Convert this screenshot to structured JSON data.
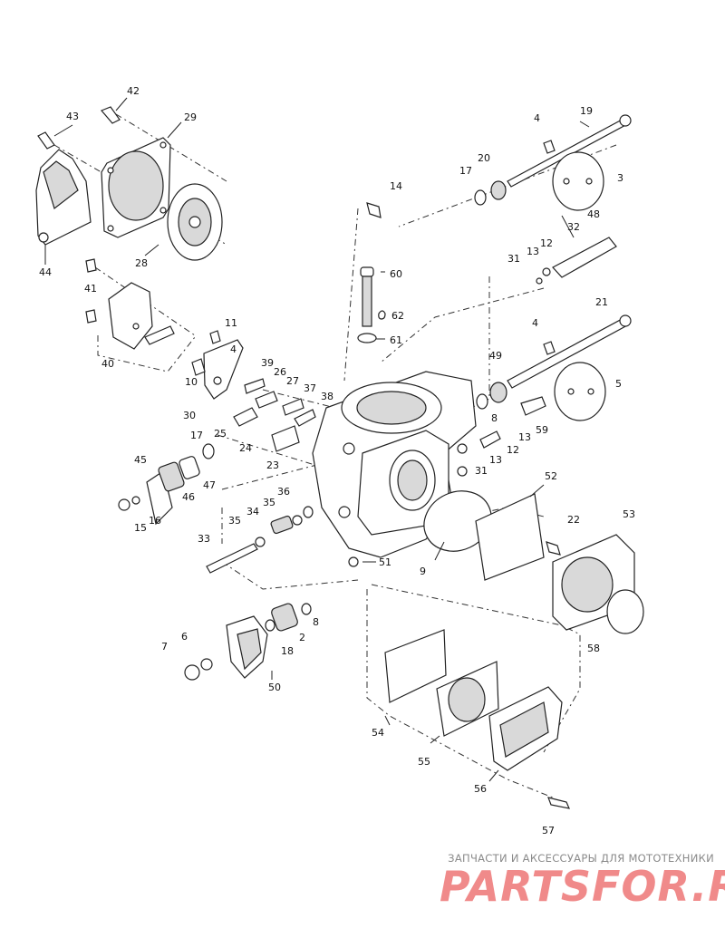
{
  "callouts": [
    {
      "id": "c42",
      "label": "42"
    },
    {
      "id": "c43",
      "label": "43"
    },
    {
      "id": "c29",
      "label": "29"
    },
    {
      "id": "c44",
      "label": "44"
    },
    {
      "id": "c28",
      "label": "28"
    },
    {
      "id": "c41",
      "label": "41"
    },
    {
      "id": "c40",
      "label": "40"
    },
    {
      "id": "c11",
      "label": "11"
    },
    {
      "id": "c4a",
      "label": "4"
    },
    {
      "id": "c10",
      "label": "10"
    },
    {
      "id": "c30",
      "label": "30"
    },
    {
      "id": "c39",
      "label": "39"
    },
    {
      "id": "c26",
      "label": "26"
    },
    {
      "id": "c27",
      "label": "27"
    },
    {
      "id": "c37",
      "label": "37"
    },
    {
      "id": "c38",
      "label": "38"
    },
    {
      "id": "c25",
      "label": "25"
    },
    {
      "id": "c24",
      "label": "24"
    },
    {
      "id": "c23",
      "label": "23"
    },
    {
      "id": "c17a",
      "label": "17"
    },
    {
      "id": "c45",
      "label": "45"
    },
    {
      "id": "c47",
      "label": "47"
    },
    {
      "id": "c46",
      "label": "46"
    },
    {
      "id": "c16",
      "label": "16"
    },
    {
      "id": "c15",
      "label": "15"
    },
    {
      "id": "c36",
      "label": "36"
    },
    {
      "id": "c35a",
      "label": "35"
    },
    {
      "id": "c34",
      "label": "34"
    },
    {
      "id": "c35b",
      "label": "35"
    },
    {
      "id": "c33",
      "label": "33"
    },
    {
      "id": "c8a",
      "label": "8"
    },
    {
      "id": "c2",
      "label": "2"
    },
    {
      "id": "c18",
      "label": "18"
    },
    {
      "id": "c6",
      "label": "6"
    },
    {
      "id": "c7",
      "label": "7"
    },
    {
      "id": "c50",
      "label": "50"
    },
    {
      "id": "c14",
      "label": "14"
    },
    {
      "id": "c60",
      "label": "60"
    },
    {
      "id": "c62",
      "label": "62"
    },
    {
      "id": "c61",
      "label": "61"
    },
    {
      "id": "c19",
      "label": "19"
    },
    {
      "id": "c4b",
      "label": "4"
    },
    {
      "id": "c20",
      "label": "20"
    },
    {
      "id": "c17b",
      "label": "17"
    },
    {
      "id": "c3",
      "label": "3"
    },
    {
      "id": "c48",
      "label": "48"
    },
    {
      "id": "c32",
      "label": "32"
    },
    {
      "id": "c12a",
      "label": "12"
    },
    {
      "id": "c13a",
      "label": "13"
    },
    {
      "id": "c31a",
      "label": "31"
    },
    {
      "id": "c21",
      "label": "21"
    },
    {
      "id": "c4c",
      "label": "4"
    },
    {
      "id": "c49",
      "label": "49"
    },
    {
      "id": "c5",
      "label": "5"
    },
    {
      "id": "c8b",
      "label": "8"
    },
    {
      "id": "c59",
      "label": "59"
    },
    {
      "id": "c13b",
      "label": "13"
    },
    {
      "id": "c12b",
      "label": "12"
    },
    {
      "id": "c13c",
      "label": "13"
    },
    {
      "id": "c31b",
      "label": "31"
    },
    {
      "id": "c52",
      "label": "52"
    },
    {
      "id": "c22",
      "label": "22"
    },
    {
      "id": "c53",
      "label": "53"
    },
    {
      "id": "c9",
      "label": "9"
    },
    {
      "id": "c51",
      "label": "51"
    },
    {
      "id": "c58",
      "label": "58"
    },
    {
      "id": "c54",
      "label": "54"
    },
    {
      "id": "c55",
      "label": "55"
    },
    {
      "id": "c56",
      "label": "56"
    },
    {
      "id": "c57",
      "label": "57"
    }
  ],
  "watermark": {
    "tagline": "ЗАПЧАСТИ И АКСЕССУАРЫ ДЛЯ МОТОТЕХНИКИ",
    "logo": "PARTSFOR.RU"
  }
}
